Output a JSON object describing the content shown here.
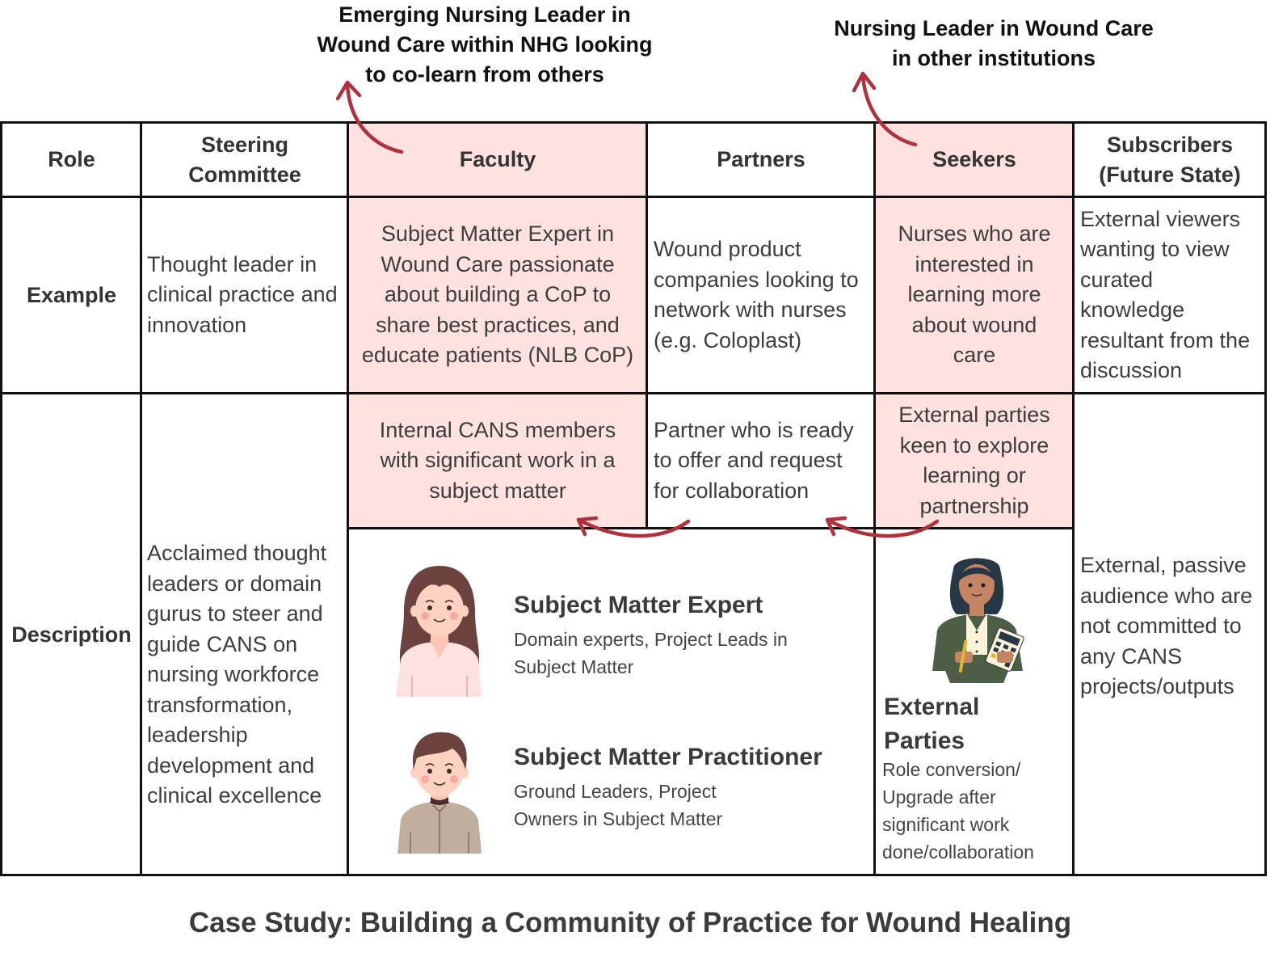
{
  "callouts": {
    "faculty_note": "Emerging Nursing Leader in Wound Care within NHG looking to co-learn from others",
    "seekers_note": "Nursing Leader in Wound Care in other institutions"
  },
  "table": {
    "row_headers": {
      "role": "Role",
      "example": "Example",
      "description": "Description"
    },
    "columns": [
      {
        "id": "steering-committee",
        "header": "Steering Committee",
        "highlighted": false,
        "example": "Thought leader in clinical practice and innovation",
        "description": "Acclaimed thought leaders or domain gurus to steer and guide CANS on nursing workforce transformation, leadership development and clinical excellence"
      },
      {
        "id": "faculty",
        "header": "Faculty",
        "highlighted": true,
        "example": "Subject Matter Expert in Wound Care passionate about building a CoP to share best practices, and educate patients (NLB CoP)",
        "description": "Internal CANS members with significant work in a subject matter"
      },
      {
        "id": "partners",
        "header": "Partners",
        "highlighted": false,
        "example": "Wound product companies looking to network with nurses (e.g. Coloplast)",
        "description": "Partner who is ready to offer and request for collaboration"
      },
      {
        "id": "seekers",
        "header": "Seekers",
        "highlighted": true,
        "example": "Nurses who are interested in learning more about wound care",
        "description": "External parties keen to explore learning or partnership"
      },
      {
        "id": "subscribers",
        "header": "Subscribers (Future State)",
        "highlighted": false,
        "example": "External viewers wanting to view curated knowledge resultant from the discussion",
        "description": "External, passive audience who are not committed to any CANS projects/outputs"
      }
    ],
    "personas": [
      {
        "icon": "woman-expert-avatar-icon",
        "name": "Subject Matter Expert",
        "description": "Domain experts, Project Leads in Subject Matter"
      },
      {
        "icon": "man-practitioner-avatar-icon",
        "name": "Subject Matter Practitioner",
        "description": "Ground Leaders, Project Owners in Subject Matter"
      },
      {
        "icon": "businesswoman-calculator-avatar-icon",
        "name": "External Parties",
        "description": "Role conversion/ Upgrade after significant work done/collaboration"
      }
    ]
  },
  "footer": {
    "title": "Case Study: Building a Community of Practice for Wound Healing"
  },
  "colors": {
    "highlight": "#fde2e0",
    "arrow": "#b0313d",
    "border": "#111111",
    "text": "#3d3d3d"
  }
}
